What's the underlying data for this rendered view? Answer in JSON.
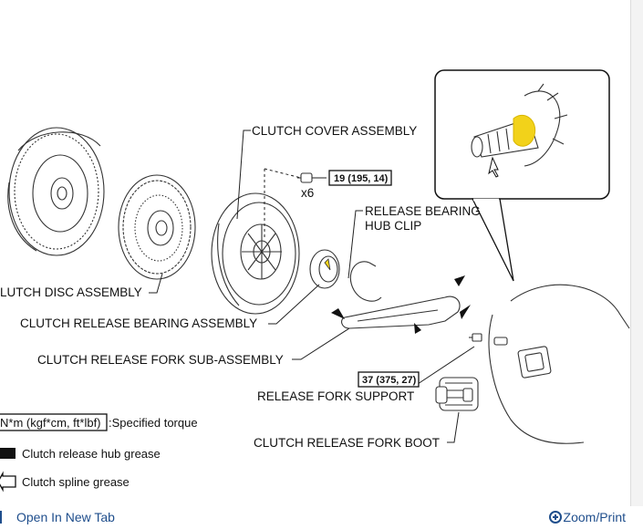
{
  "diagram": {
    "labels": {
      "clutch_cover_assembly": "CLUTCH COVER ASSEMBLY",
      "bolt_count": "x6",
      "torque_cover": "19 (195, 14)",
      "release_bearing_hub_clip_1": "RELEASE BEARING",
      "release_bearing_hub_clip_2": "HUB CLIP",
      "clutch_disc_assembly": "LUTCH DISC ASSEMBLY",
      "clutch_release_bearing_assembly": "CLUTCH RELEASE BEARING ASSEMBLY",
      "clutch_release_fork_sub_assembly": "CLUTCH RELEASE FORK SUB-ASSEMBLY",
      "torque_support": "37 (375, 27)",
      "release_fork_support": "RELEASE FORK SUPPORT",
      "clutch_release_fork_boot": "CLUTCH RELEASE FORK BOOT"
    },
    "legend": {
      "torque_unit": "N*m (kgf*cm, ft*lbf)",
      "torque_desc": ":Specified torque",
      "hub_grease": "Clutch release hub grease",
      "spline_grease": "Clutch spline grease"
    },
    "colors": {
      "spline_grease_highlight": "#f2d21a",
      "link": "#1f4e8c"
    }
  },
  "footer": {
    "open_new_tab": "Open In New Tab",
    "zoom_print": "Zoom/Print"
  }
}
